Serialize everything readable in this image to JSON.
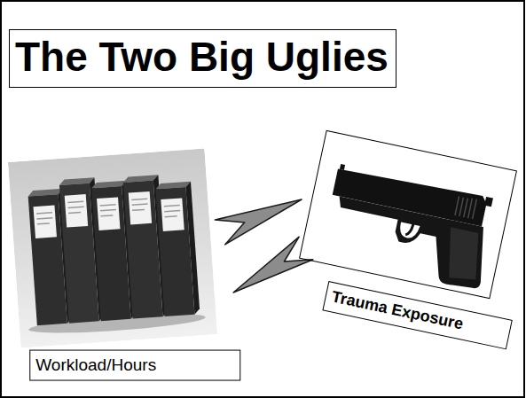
{
  "diagram": {
    "title": "The Two Big Uglies",
    "nodes": [
      {
        "text": [
          "Workload/Hours"
        ]
      },
      {
        "text": [
          "Trauma Exposure"
        ]
      }
    ],
    "edges": [
      {
        "from": 0,
        "to": 1,
        "arrow": "to"
      },
      {
        "from": 1,
        "to": 0,
        "arrow": "to"
      }
    ]
  }
}
